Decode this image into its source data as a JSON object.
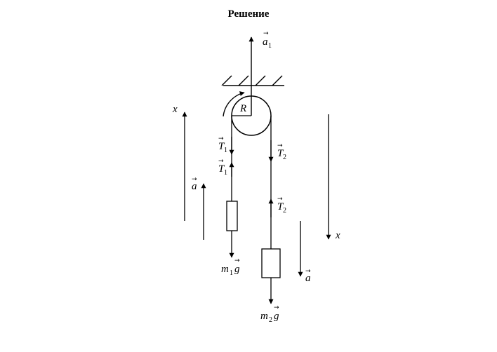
{
  "title": "Решение",
  "labels": {
    "a1": {
      "base": "a",
      "sub": "1"
    },
    "R": "R",
    "x_left": "x",
    "x_right": "x",
    "T1_down": {
      "base": "T",
      "sub": "1"
    },
    "T1_up": {
      "base": "T",
      "sub": "1"
    },
    "T2_down": {
      "base": "T",
      "sub": "2"
    },
    "T2_up": {
      "base": "T",
      "sub": "2"
    },
    "a_left": {
      "base": "a"
    },
    "a_right": {
      "base": "a"
    },
    "m1g": {
      "m": "m",
      "sub": "1",
      "g": "g"
    },
    "m2g": {
      "m": "m",
      "sub": "2",
      "g": "g"
    }
  }
}
